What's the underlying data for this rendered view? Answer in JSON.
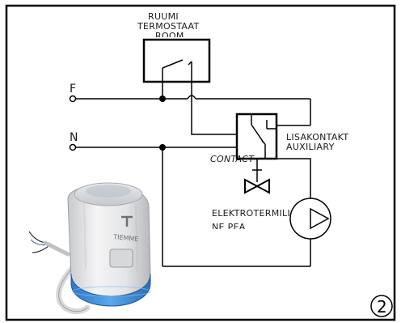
{
  "labels": {
    "thermostat_line1": "RUUMI",
    "thermostat_line2": "TERMOSTAAT",
    "thermostat_line3_partial": "ROOM",
    "phase": "F",
    "neutral": "N",
    "aux_line1": "LISAKONTAKT",
    "aux_line2": "AUXILIARY",
    "contact": "CONTACT",
    "actuator_line1": "ELEKTROTERMILI",
    "actuator_line2_partial": "NE PEA",
    "page_number": "2",
    "product_brand": "TIEMME"
  }
}
